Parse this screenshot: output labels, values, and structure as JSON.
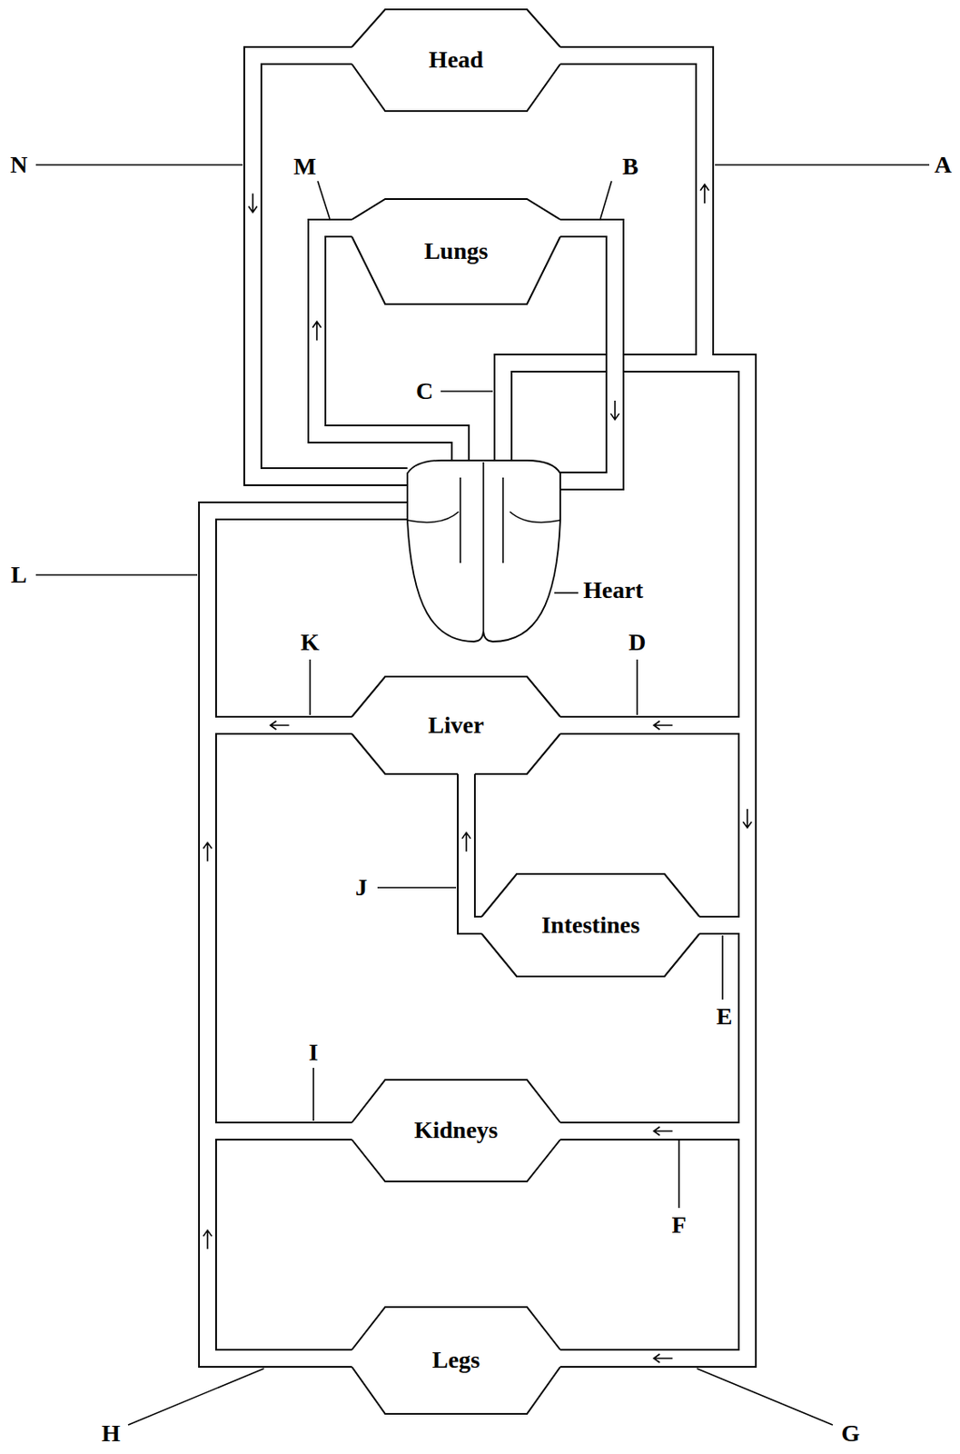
{
  "diagram": {
    "nodes": [
      {
        "text": [
          "Head"
        ]
      },
      {
        "text": [
          "Lungs"
        ]
      },
      {
        "text": [
          "Heart"
        ]
      },
      {
        "text": [
          "Liver"
        ]
      },
      {
        "text": [
          "Intestines"
        ]
      },
      {
        "text": [
          "Kidneys"
        ]
      },
      {
        "text": [
          "Legs"
        ]
      }
    ],
    "edges": [
      {
        "from": 2,
        "to": 1,
        "arrow": "to"
      },
      {
        "from": 1,
        "to": 2,
        "arrow": "to"
      },
      {
        "from": 2,
        "to": 0,
        "arrow": "to"
      },
      {
        "from": 0,
        "to": 2,
        "arrow": "to"
      },
      {
        "from": 2,
        "to": 3,
        "arrow": "to"
      },
      {
        "from": 2,
        "to": 4,
        "arrow": "to"
      },
      {
        "from": 2,
        "to": 5,
        "arrow": "to"
      },
      {
        "from": 2,
        "to": 6,
        "arrow": "to"
      },
      {
        "from": 6,
        "to": 2,
        "arrow": "to"
      },
      {
        "from": 5,
        "to": 2,
        "arrow": "to"
      },
      {
        "from": 4,
        "to": 3,
        "arrow": "to"
      },
      {
        "from": 3,
        "to": 2,
        "arrow": "to"
      }
    ],
    "labels": [
      "N",
      "A",
      "M",
      "B",
      "C",
      "L",
      "K",
      "D",
      "J",
      "E",
      "I",
      "F",
      "H",
      "G"
    ]
  }
}
